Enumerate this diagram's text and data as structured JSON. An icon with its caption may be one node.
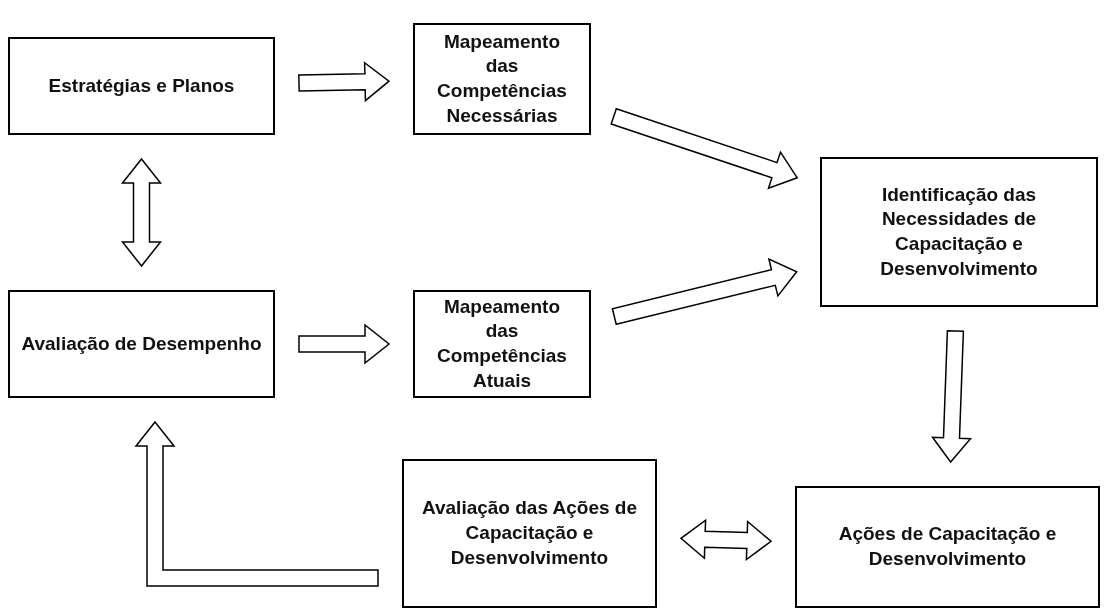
{
  "diagram": {
    "nodes": [
      {
        "text": [
          "Estratégias e Planos"
        ]
      },
      {
        "text": [
          "Mapeamento das Competências Necessárias"
        ]
      },
      {
        "text": [
          "Identificação das Necessidades de Capacitação e Desenvolvimento"
        ]
      },
      {
        "text": [
          "Avaliação de Desempenho"
        ]
      },
      {
        "text": [
          "Mapeamento das Competências Atuais"
        ]
      },
      {
        "text": [
          "Avaliação das Ações de Capacitação e Desenvolvimento"
        ]
      },
      {
        "text": [
          "Ações de Capacitação e Desenvolvimento"
        ]
      }
    ],
    "edges": [
      {
        "from": 0,
        "to": 1,
        "arrow": "to"
      },
      {
        "from": 1,
        "to": 2,
        "arrow": "to"
      },
      {
        "from": 0,
        "to": 3,
        "arrow": "both"
      },
      {
        "from": 3,
        "to": 4,
        "arrow": "to"
      },
      {
        "from": 4,
        "to": 2,
        "arrow": "to"
      },
      {
        "from": 2,
        "to": 6,
        "arrow": "to"
      },
      {
        "from": 5,
        "to": 6,
        "arrow": "both"
      },
      {
        "from": 5,
        "to": 3,
        "arrow": "to"
      }
    ]
  }
}
